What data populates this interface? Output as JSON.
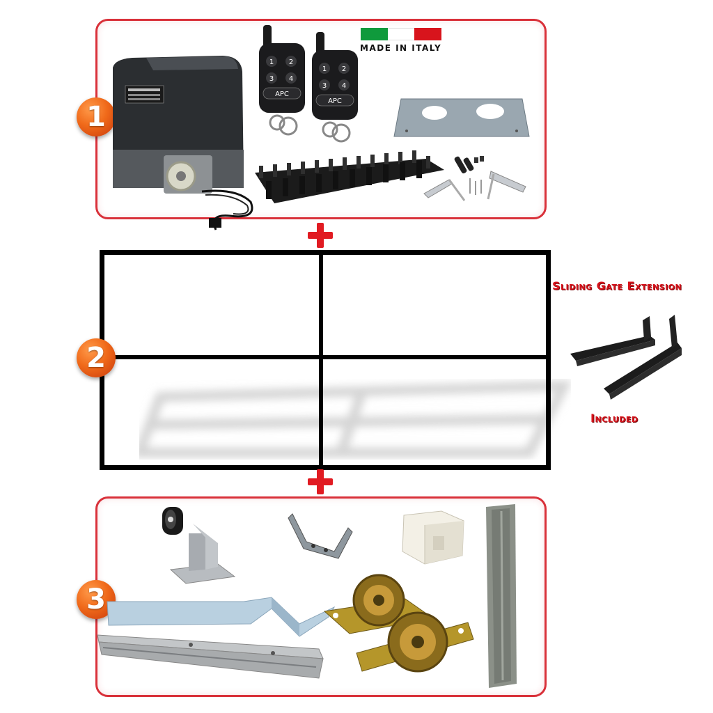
{
  "panels": {
    "kit": {
      "badge": "1",
      "flag_caption": "MADE IN ITALY",
      "remote_brand": "APC",
      "remote_buttons": [
        "1",
        "2",
        "3",
        "4"
      ]
    },
    "gate": {
      "badge": "2",
      "extension_title": "Sliding Gate Extension",
      "extension_note": "Included"
    },
    "hardware": {
      "badge": "3"
    }
  },
  "colors": {
    "panel_border": "#d9313a",
    "badge": "#f06a1a",
    "accent_red": "#e11b22",
    "flag_green": "#0f9a3c",
    "flag_red": "#d8141c",
    "gate_frame": "#000000"
  }
}
